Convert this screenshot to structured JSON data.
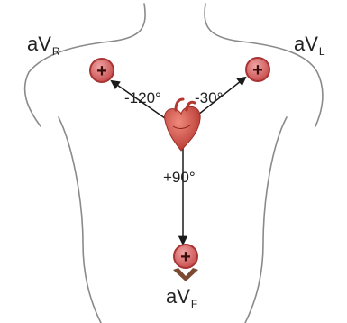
{
  "leads": {
    "avr": {
      "main": "aV",
      "sub": "R"
    },
    "avl": {
      "main": "aV",
      "sub": "L"
    },
    "avf": {
      "main": "aV",
      "sub": "F"
    }
  },
  "angles": {
    "avr": "-120°",
    "avl": "-30°",
    "avf": "+90°"
  },
  "electrode_symbol": "+",
  "colors": {
    "outline": "#8a8a8a",
    "electrode_fill": "#d56a6a",
    "electrode_ring": "#a83434",
    "arrow": "#1a1a1a",
    "heart": "#c9473d",
    "clip": "#7b4a33"
  }
}
